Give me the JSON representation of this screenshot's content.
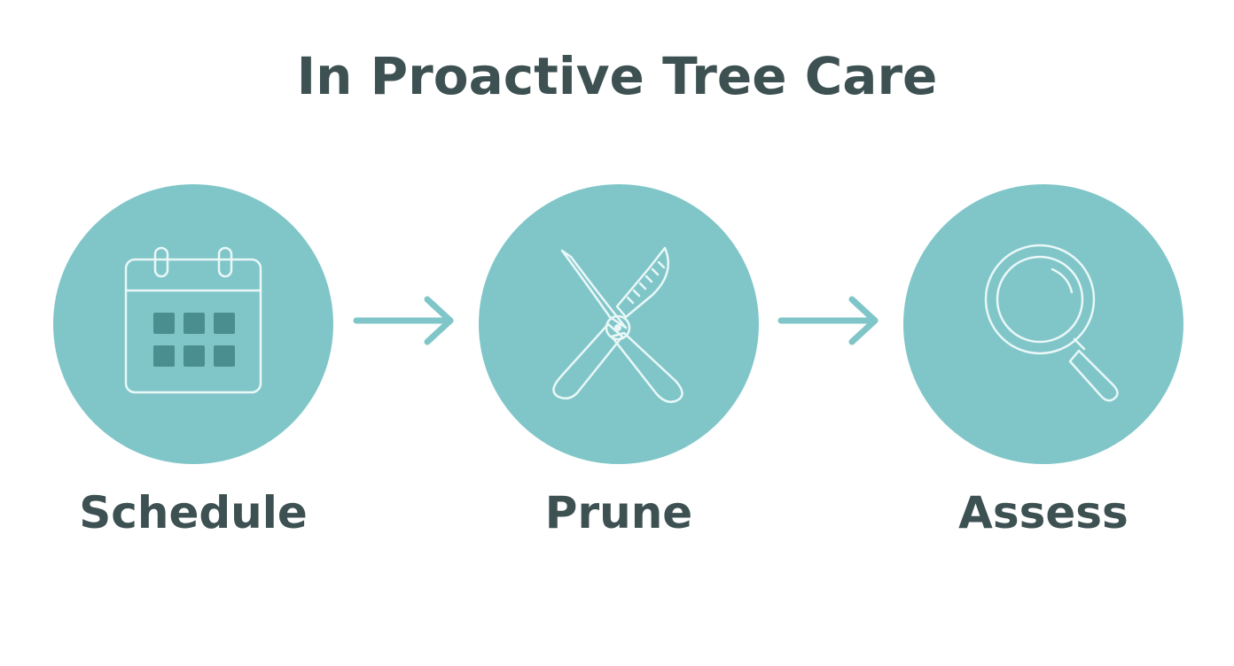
{
  "title": "In Proactive Tree Care",
  "colors": {
    "circle": "#80c6c9",
    "text": "#3e5152",
    "icon_stroke": "#e9f7f7",
    "icon_fill": "#4b8e8f",
    "arrow": "#80c6c9"
  },
  "steps": [
    {
      "label": "Schedule",
      "icon": "calendar-icon"
    },
    {
      "label": "Prune",
      "icon": "pruning-shears-icon"
    },
    {
      "label": "Assess",
      "icon": "magnifying-glass-icon"
    }
  ]
}
